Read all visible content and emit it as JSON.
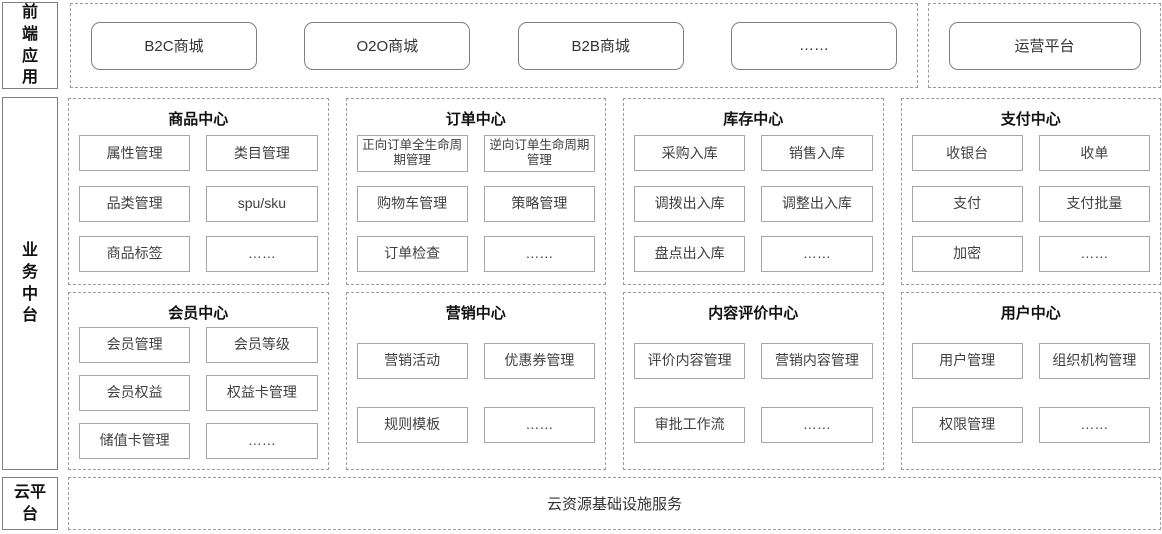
{
  "colors": {
    "dashed_border": "#9b9b9b",
    "solid_border": "#a6a6a6",
    "label_border": "#7f7f7f",
    "text_primary": "#111111",
    "text_item": "#404040"
  },
  "frontend": {
    "label": "前端应用",
    "apps": [
      "B2C商城",
      "O2O商城",
      "B2B商城",
      "……"
    ],
    "platform": "运营平台"
  },
  "business": {
    "label": "业务中台",
    "sections": [
      {
        "title": "商品中心",
        "items": [
          "属性管理",
          "类目管理",
          "品类管理",
          "spu/sku",
          "商品标签",
          "……"
        ]
      },
      {
        "title": "订单中心",
        "items": [
          "正向订单全生命周期管理",
          "逆向订单生命周期管理",
          "购物车管理",
          "策略管理",
          "订单检查",
          "……"
        ]
      },
      {
        "title": "库存中心",
        "items": [
          "采购入库",
          "销售入库",
          "调拨出入库",
          "调整出入库",
          "盘点出入库",
          "……"
        ]
      },
      {
        "title": "支付中心",
        "items": [
          "收银台",
          "收单",
          "支付",
          "支付批量",
          "加密",
          "……"
        ]
      },
      {
        "title": "会员中心",
        "items": [
          "会员管理",
          "会员等级",
          "会员权益",
          "权益卡管理",
          "储值卡管理",
          "……"
        ]
      },
      {
        "title": "营销中心",
        "items": [
          "营销活动",
          "优惠券管理",
          "规则模板",
          "……"
        ]
      },
      {
        "title": "内容评价中心",
        "items": [
          "评价内容管理",
          "营销内容管理",
          "审批工作流",
          "……"
        ]
      },
      {
        "title": "用户中心",
        "items": [
          "用户管理",
          "组织机构管理",
          "权限管理",
          "……"
        ]
      }
    ]
  },
  "cloud": {
    "label": "云平台",
    "service": "云资源基础设施服务"
  }
}
